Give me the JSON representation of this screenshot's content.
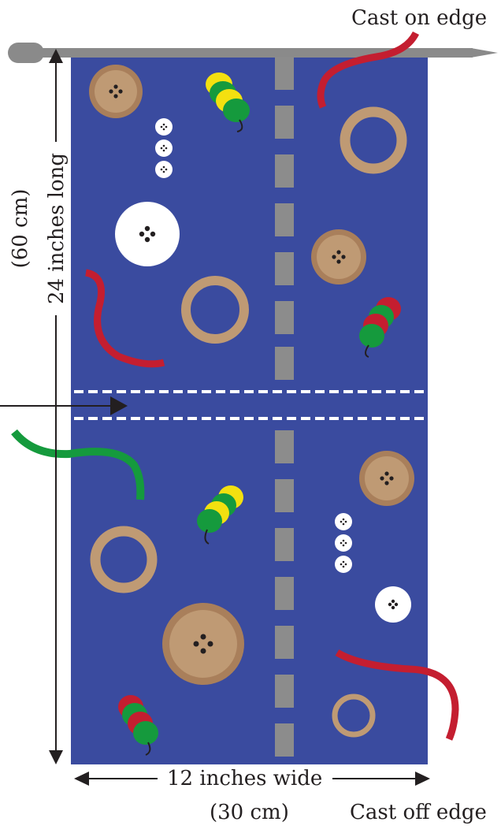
{
  "labels": {
    "cast_on": "Cast on edge",
    "cast_off": "Cast off edge",
    "width": "12 inches wide",
    "width_metric": "(30 cm)",
    "length": "24 inches long",
    "length_metric": "(60 cm)"
  },
  "colors": {
    "fabric": "#3a4b9f",
    "needle": "#8a8a8a",
    "dash": "#8c8c8c",
    "red": "#c41e30",
    "green": "#159a3d",
    "yellow": "#f3e010",
    "tan": "#bf9a74",
    "tan_dark": "#a97f5b",
    "white": "#ffffff",
    "ink": "#231f20"
  },
  "icons": [
    "knitting-needle-icon",
    "button-icon",
    "ring-icon",
    "bead-stack-icon",
    "ribbon-icon",
    "arrow-icon"
  ]
}
